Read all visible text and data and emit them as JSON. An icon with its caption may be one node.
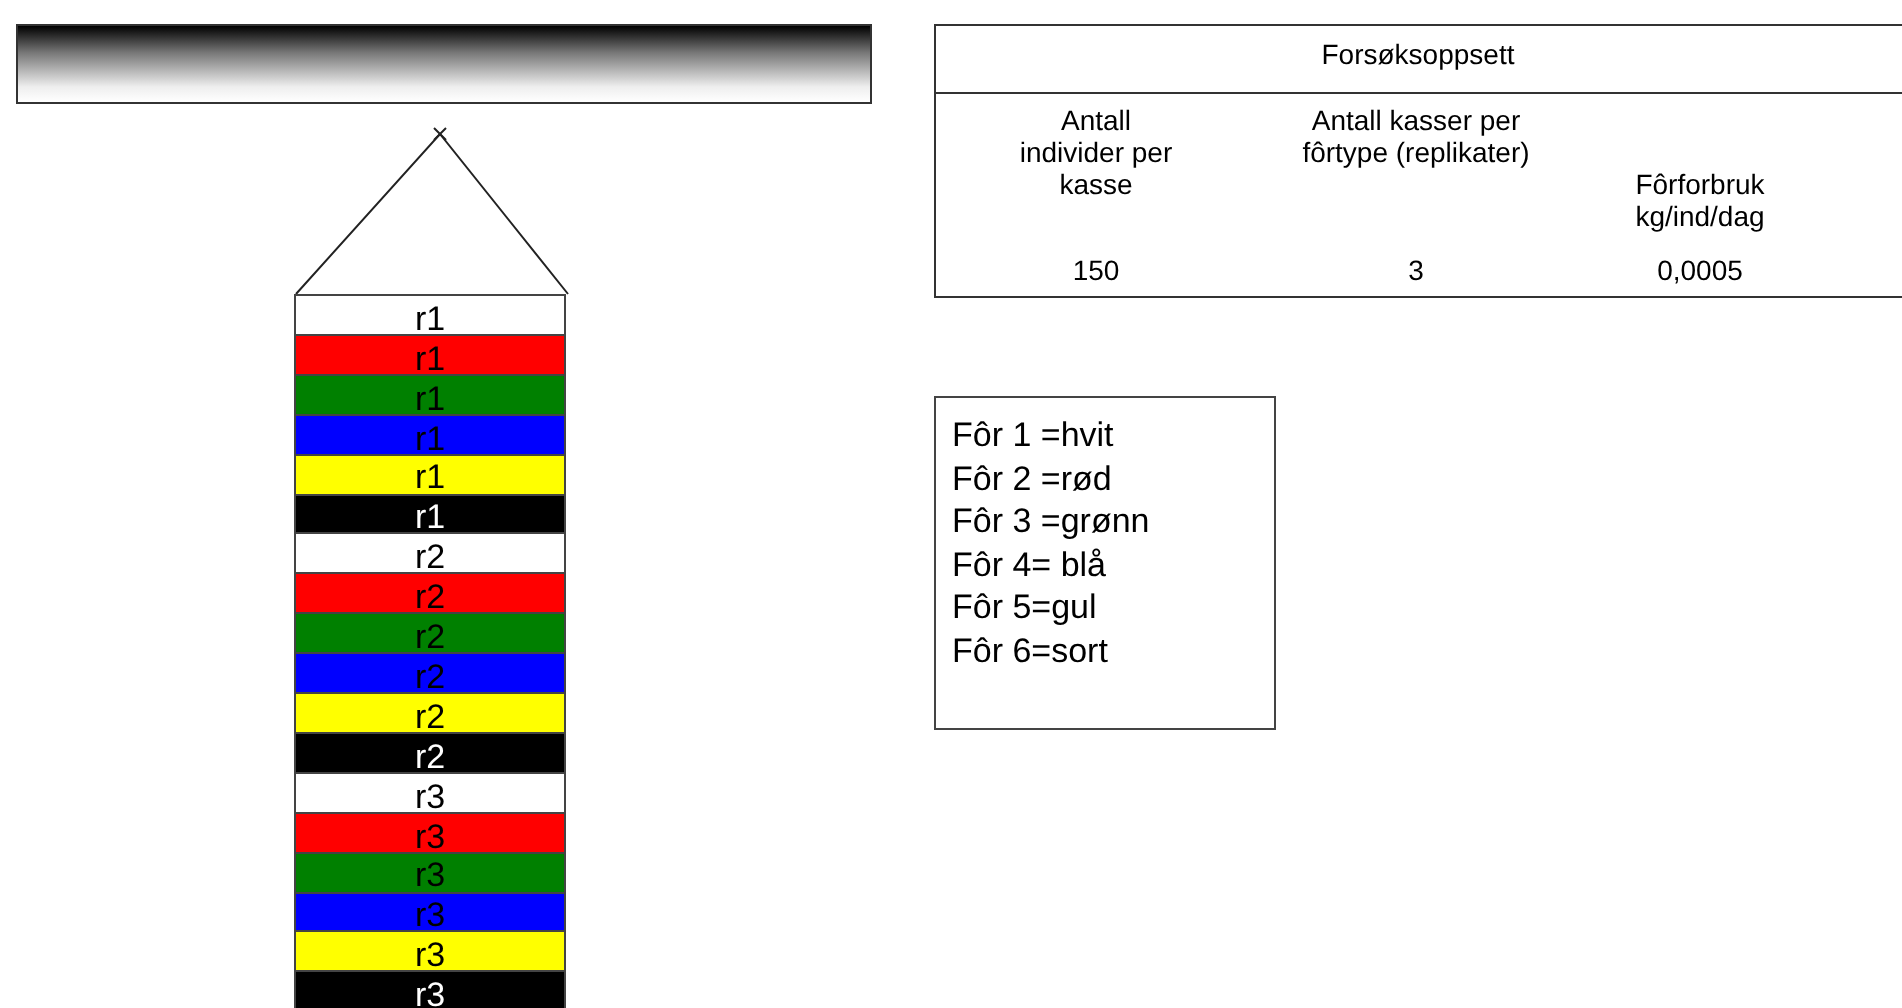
{
  "diagram": {
    "nodes": [
      {
        "text": [],
        "shape": "bar"
      },
      {
        "text": [
          "r1"
        ]
      },
      {
        "text": [
          "r1"
        ]
      },
      {
        "text": [
          "r1"
        ]
      },
      {
        "text": [
          "r1"
        ]
      },
      {
        "text": [
          "r1"
        ]
      },
      {
        "text": [
          "r1"
        ]
      },
      {
        "text": [
          "r2"
        ]
      },
      {
        "text": [
          "r2"
        ]
      },
      {
        "text": [
          "r2"
        ]
      },
      {
        "text": [
          "r2"
        ]
      },
      {
        "text": [
          "r2"
        ]
      },
      {
        "text": [
          "r2"
        ]
      },
      {
        "text": [
          "r3"
        ]
      },
      {
        "text": [
          "r3"
        ]
      },
      {
        "text": [
          "r3"
        ]
      },
      {
        "text": [
          "r3"
        ]
      },
      {
        "text": [
          "r3"
        ]
      },
      {
        "text": [
          "r3"
        ]
      },
      {
        "text": [
          "Fôr 1 =hvit",
          "Fôr 2 =rød",
          "Fôr 3 =grønn",
          "Fôr 4= blå",
          "Fôr 5=gul",
          "Fôr 6=sort"
        ]
      }
    ],
    "labels": [
      "Forsøksoppsett",
      "Antall individer per kasse",
      "Antall kasser per fôrtype (replikater)",
      "Fôrforbruk kg/ind/dag",
      "150",
      "3",
      "0,0005"
    ]
  }
}
